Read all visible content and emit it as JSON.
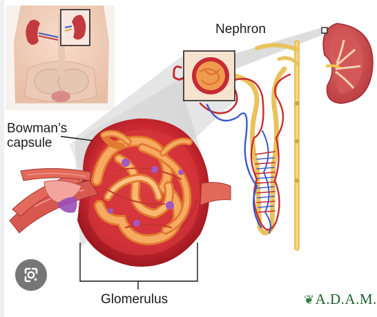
{
  "labels": {
    "nephron": "Nephron",
    "bowman_line1": "Bowman’s",
    "bowman_line2": "capsule",
    "glomerulus": "Glomerulus"
  },
  "logo": {
    "text": "A.D.A.M.",
    "mark": "❦"
  },
  "icons": {
    "lens": "google-lens-icon"
  },
  "colors": {
    "capsule_red": "#c62a33",
    "tubule_orange": "#f09a4f",
    "vein_blue": "#3b58c9",
    "duct_yellow": "#e9c25c",
    "skin": "#f3cfb8",
    "logo_green": "#1d5f2a"
  }
}
